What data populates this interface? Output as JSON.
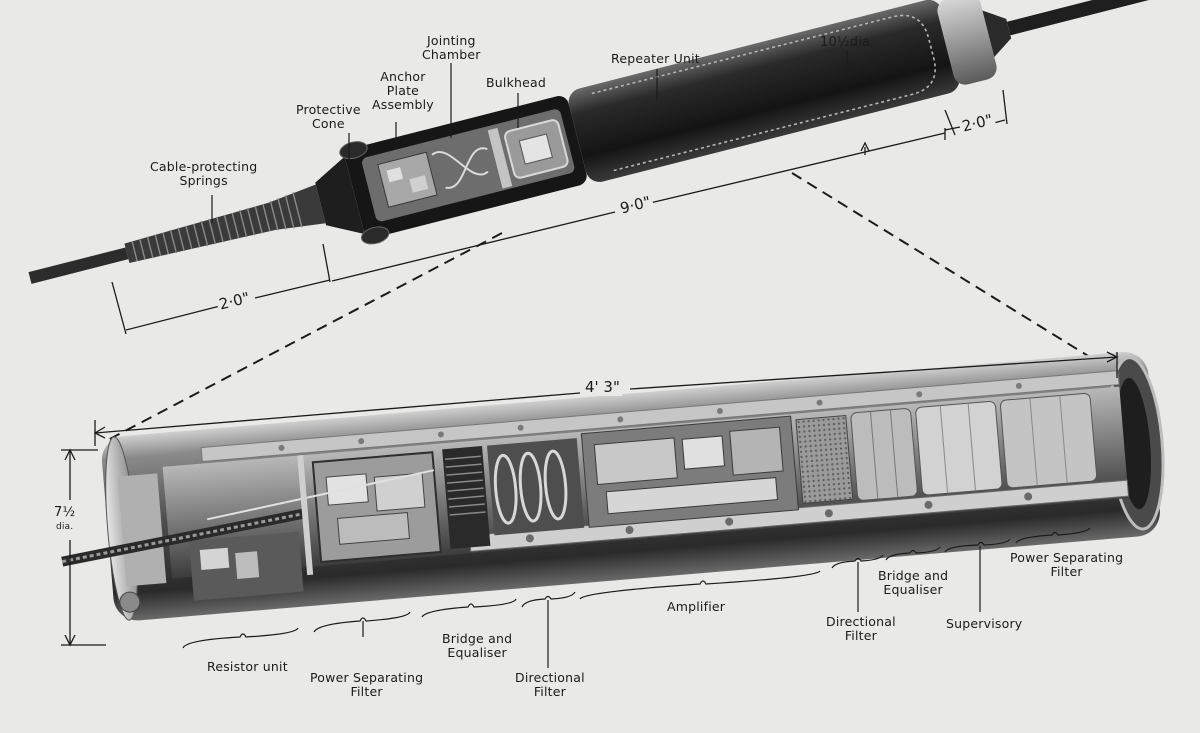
{
  "top_labels": {
    "cable_springs": [
      "Cable-protecting",
      "Springs"
    ],
    "protective_cone": [
      "Protective",
      "Cone"
    ],
    "anchor_plate": [
      "Anchor",
      "Plate",
      "Assembly"
    ],
    "jointing_chamber": [
      "Jointing",
      "Chamber"
    ],
    "bulkhead": "Bulkhead",
    "repeater_unit": "Repeater Unit",
    "dia": "10½dia"
  },
  "top_dimensions": {
    "left": "2·0\"",
    "overall": "9·0\"",
    "right": "2·0\""
  },
  "bottom_dimensions": {
    "length": "4' 3\"",
    "diameter_num": "7½",
    "diameter_unit": "dia."
  },
  "bottom_labels": {
    "resistor_unit": "Resistor unit",
    "power_sep_filter_left": [
      "Power Separating",
      "Filter"
    ],
    "bridge_equaliser_left": [
      "Bridge and",
      "Equaliser"
    ],
    "directional_filter_left": [
      "Directional",
      "Filter"
    ],
    "amplifier": "Amplifier",
    "directional_filter_right": [
      "Directional",
      "Filter"
    ],
    "bridge_equaliser_right": [
      "Bridge and",
      "Equaliser"
    ],
    "supervisory": "Supervisory",
    "power_sep_filter_right": [
      "Power Separating",
      "Filter"
    ]
  }
}
